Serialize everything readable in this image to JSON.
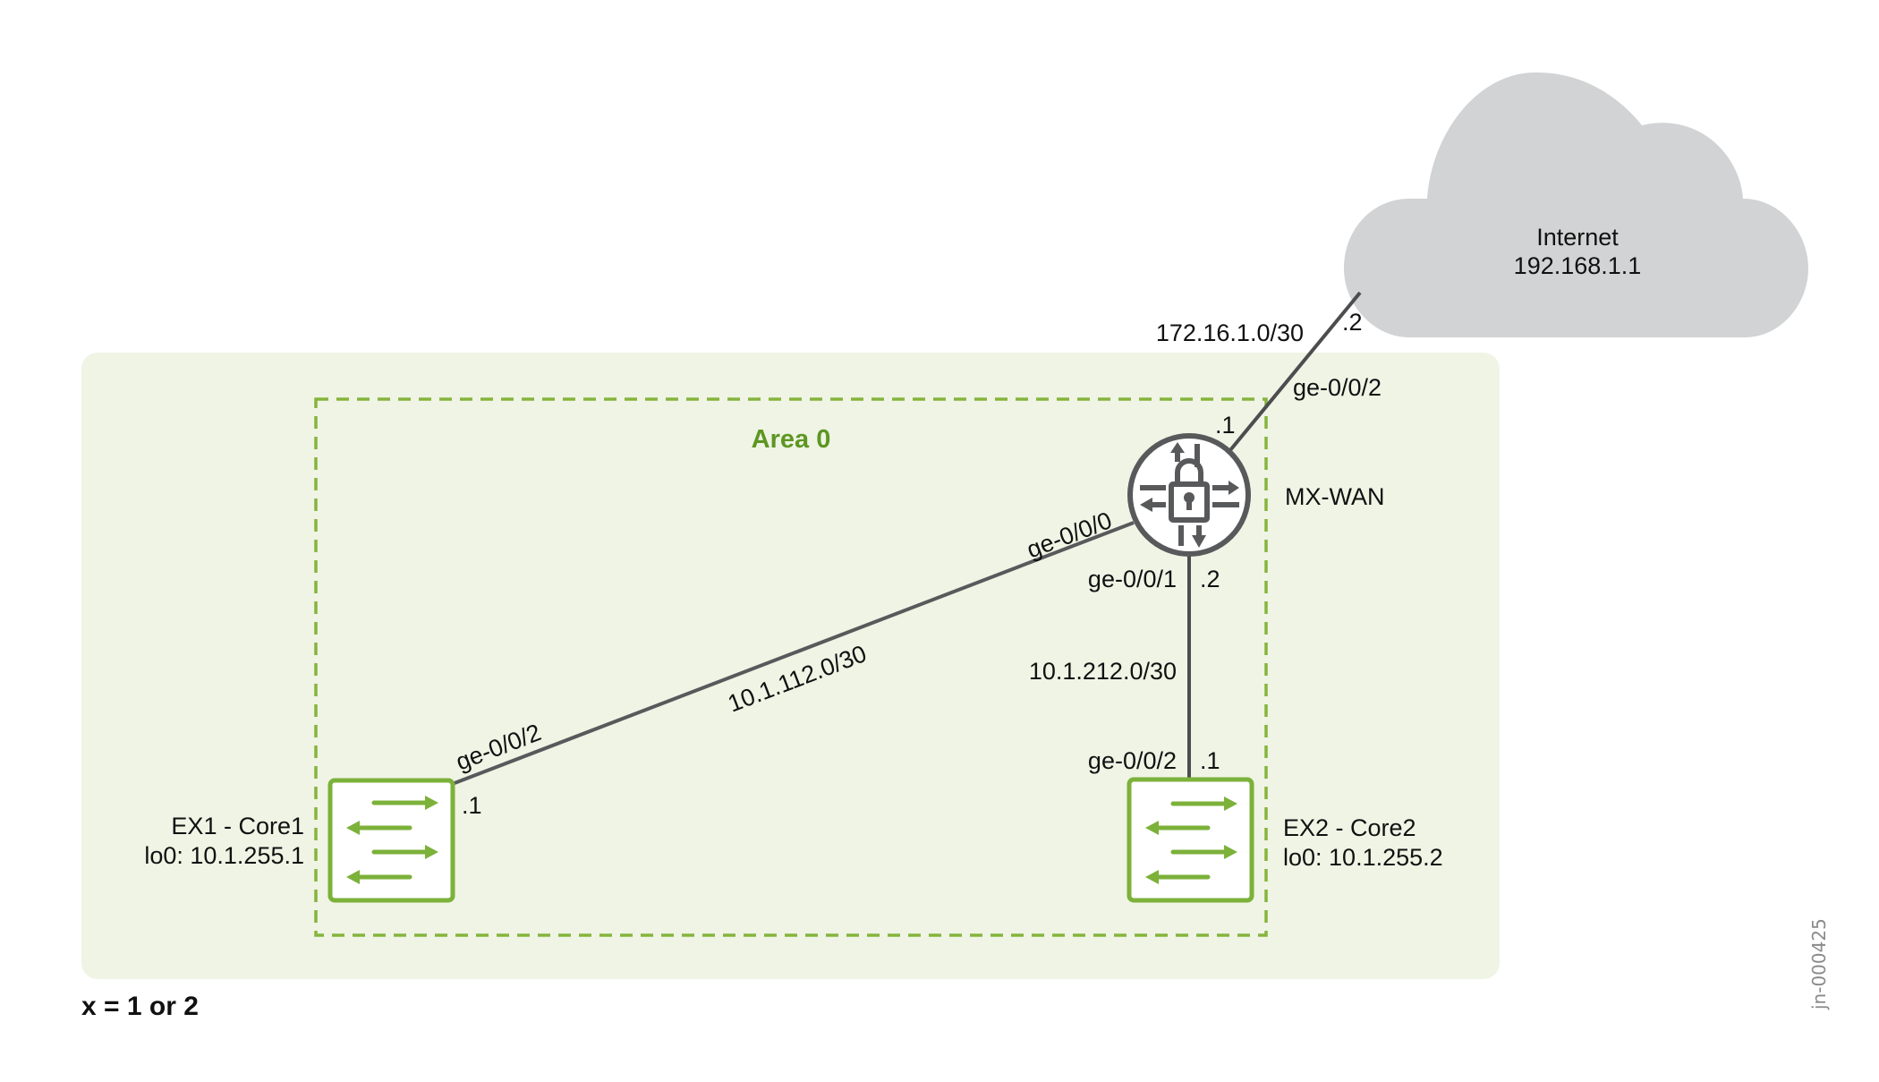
{
  "diagram": {
    "area_label": "Area 0",
    "footnote": "x = 1 or 2",
    "figure_id": "jn-000425",
    "colors": {
      "panel_bg": "#eff4e5",
      "area_border": "#86b43c",
      "switch_green": "#7cb13a",
      "device_gray": "#58595b",
      "cloud_gray": "#d1d3d4",
      "area_text": "#5e9622"
    },
    "nodes": {
      "internet": {
        "name": "Internet",
        "address": "192.168.1.1",
        "icon": "cloud-icon"
      },
      "mx_wan": {
        "name": "MX-WAN",
        "icon": "secure-router-icon"
      },
      "ex1": {
        "name": "EX1 - Core1",
        "loopback": "lo0: 10.1.255.1",
        "icon": "switch-icon"
      },
      "ex2": {
        "name": "EX2 - Core2",
        "loopback": "lo0: 10.1.255.2",
        "icon": "switch-icon"
      }
    },
    "links": {
      "wan": {
        "subnet": "172.16.1.0/30",
        "internet_host": ".2",
        "mx_host": ".1",
        "mx_interface": "ge-0/0/2"
      },
      "core1": {
        "subnet": "10.1.112.0/30",
        "mx_interface": "ge-0/0/0",
        "ex_interface": "ge-0/0/2",
        "ex_host": ".1"
      },
      "core2": {
        "subnet": "10.1.212.0/30",
        "mx_interface": "ge-0/0/1",
        "mx_host": ".2",
        "ex_interface": "ge-0/0/2",
        "ex_host": ".1"
      }
    }
  }
}
